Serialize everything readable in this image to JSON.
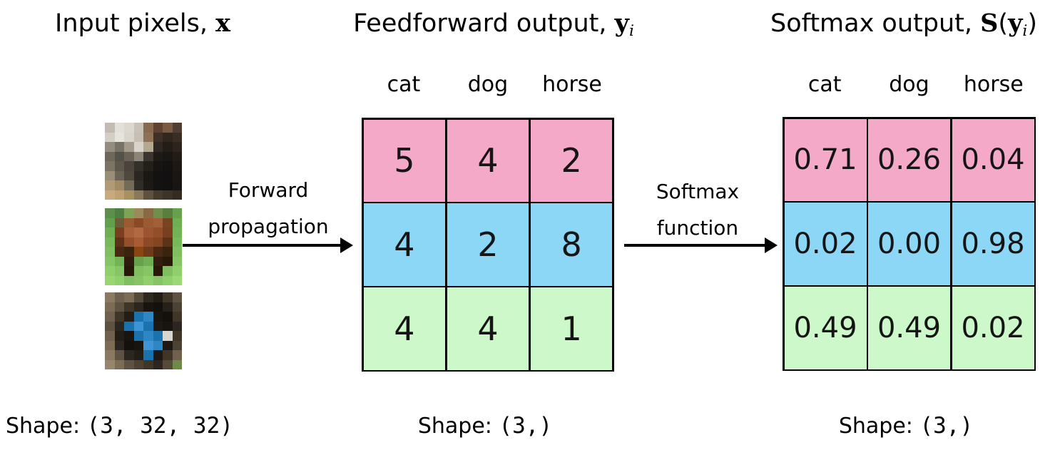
{
  "titles": {
    "input": {
      "label": "Input pixels,",
      "var": "x"
    },
    "feedforward": {
      "label": "Feedforward output,",
      "var": "y",
      "sub": "i"
    },
    "softmax": {
      "label": "Softmax output,",
      "func": "S",
      "open": "(",
      "var": "y",
      "sub": "i",
      "close": ")"
    }
  },
  "categories": [
    "cat",
    "dog",
    "horse"
  ],
  "row_colors": [
    "#f5a9c9",
    "#8cd6f6",
    "#cdf8c9"
  ],
  "arrows": {
    "forward": {
      "line1": "Forward",
      "line2": "propagation"
    },
    "softmax": {
      "line1": "Softmax",
      "line2": "function"
    }
  },
  "feedforward_table": {
    "rows": [
      [
        "5",
        "4",
        "2"
      ],
      [
        "4",
        "2",
        "8"
      ],
      [
        "4",
        "4",
        "1"
      ]
    ]
  },
  "softmax_table": {
    "rows": [
      [
        "0.71",
        "0.26",
        "0.04"
      ],
      [
        "0.02",
        "0.00",
        "0.98"
      ],
      [
        "0.49",
        "0.49",
        "0.02"
      ]
    ]
  },
  "shapes": {
    "input": {
      "label": "Shape:",
      "value": "(3, 32, 32)"
    },
    "feedforward": {
      "label": "Shape:",
      "value": "(3,)"
    },
    "softmax": {
      "label": "Shape:",
      "value": "(3,)"
    }
  },
  "input_images": [
    {
      "name": "cat",
      "pixels": [
        [
          "#c2bcb2",
          "#e3e0da",
          "#dcd7cf",
          "#c9c2b8",
          "#8a6a4e",
          "#5f4332",
          "#7b5a42",
          "#4f3e31"
        ],
        [
          "#d3cec6",
          "#e7e4de",
          "#d9d4cc",
          "#c7bfb4",
          "#8e7258",
          "#3f3128",
          "#30271f",
          "#3a2e24"
        ],
        [
          "#958c80",
          "#787165",
          "#a39a8c",
          "#d8d3cb",
          "#b4a893",
          "#2e2722",
          "#231d18",
          "#2c241d"
        ],
        [
          "#6d675c",
          "#54504a",
          "#6a6157",
          "#8d8478",
          "#3a352e",
          "#1e1a16",
          "#1a1613",
          "#221c17"
        ],
        [
          "#7d7466",
          "#5e574c",
          "#4a443c",
          "#33302a",
          "#232019",
          "#171411",
          "#141211",
          "#1d1814"
        ],
        [
          "#9a8e76",
          "#6b6355",
          "#4e493f",
          "#2a2723",
          "#1a1815",
          "#141211",
          "#121010",
          "#1a1613"
        ],
        [
          "#b29a74",
          "#a18a64",
          "#746a58",
          "#302d27",
          "#1d1a16",
          "#151311",
          "#131110",
          "#191512"
        ],
        [
          "#c9aa7c",
          "#bfa070",
          "#a8905f",
          "#8a785a",
          "#5e5140",
          "#463c2e",
          "#3c3427",
          "#342c21"
        ]
      ]
    },
    {
      "name": "horse",
      "pixels": [
        [
          "#5e8f4a",
          "#4f7f40",
          "#7da355",
          "#9c8a5a",
          "#8a6a46",
          "#6f8f4a",
          "#597f3f",
          "#68a14e"
        ],
        [
          "#63a04b",
          "#6f5a3a",
          "#9a5a32",
          "#8b4a26",
          "#9a5a32",
          "#a2603a",
          "#7a4422",
          "#6fae52"
        ],
        [
          "#6fae52",
          "#7a3f20",
          "#a8603a",
          "#b06a42",
          "#9c5530",
          "#924e2a",
          "#7a3f20",
          "#72b455"
        ],
        [
          "#77bb58",
          "#5e3218",
          "#94502c",
          "#a85c36",
          "#8e4a26",
          "#84451f",
          "#5e3218",
          "#77bb58"
        ],
        [
          "#7fbf5f",
          "#4a2812",
          "#3a2410",
          "#8b4513",
          "#6e3a1c",
          "#4a2812",
          "#3a2410",
          "#7fbf5f"
        ],
        [
          "#86c465",
          "#72b455",
          "#2e1c0c",
          "#68a14e",
          "#6fae52",
          "#321e0e",
          "#281808",
          "#86c465"
        ],
        [
          "#8fd06c",
          "#86c465",
          "#281808",
          "#7fbf5f",
          "#86c465",
          "#281808",
          "#7fbf5f",
          "#8fd06c"
        ],
        [
          "#98d672",
          "#8fd06c",
          "#7fbf5f",
          "#86c465",
          "#8fd06c",
          "#86c465",
          "#8fd06c",
          "#9cd976"
        ]
      ]
    },
    {
      "name": "dog",
      "pixels": [
        [
          "#8a7a64",
          "#6e6050",
          "#7c6c56",
          "#55493a",
          "#2e2820",
          "#201c16",
          "#403627",
          "#5e5242"
        ],
        [
          "#7c6c56",
          "#5e5242",
          "#403627",
          "#2c2620",
          "#181510",
          "#14110d",
          "#26201a",
          "#4c4234"
        ],
        [
          "#70614e",
          "#403627",
          "#221d17",
          "#1b73ae",
          "#2f86c4",
          "#181510",
          "#14110d",
          "#403627"
        ],
        [
          "#5e5242",
          "#2c2620",
          "#1b73ae",
          "#3e94d4",
          "#1b73ae",
          "#1d1813",
          "#181510",
          "#2c2620"
        ],
        [
          "#70614e",
          "#221d17",
          "#181510",
          "#1b73ae",
          "#2f86c4",
          "#1b73ae",
          "#d8d6d0",
          "#403627"
        ],
        [
          "#7c6c56",
          "#2c2620",
          "#14110d",
          "#181510",
          "#3e94d4",
          "#2f86c4",
          "#1d1813",
          "#4c4234"
        ],
        [
          "#8a7a64",
          "#5e5242",
          "#2c2620",
          "#221d17",
          "#1b73ae",
          "#1d1813",
          "#403627",
          "#70614e"
        ],
        [
          "#96866e",
          "#7c6c56",
          "#5e5242",
          "#4c4234",
          "#403627",
          "#2c2620",
          "#55493a",
          "#6e8a46"
        ]
      ]
    }
  ]
}
